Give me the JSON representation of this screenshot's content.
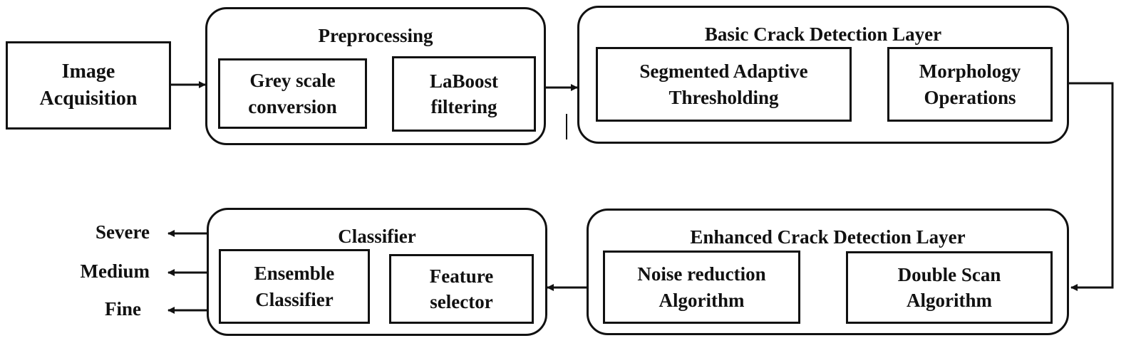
{
  "input": {
    "label": "Image\nAcquisition"
  },
  "preprocessing": {
    "title": "Preprocessing",
    "steps": [
      "Grey scale\nconversion",
      "LaBoost\nfiltering"
    ]
  },
  "basic_layer": {
    "title": "Basic Crack Detection Layer",
    "steps": [
      "Segmented Adaptive\nThresholding",
      "Morphology\nOperations"
    ]
  },
  "enhanced_layer": {
    "title": "Enhanced Crack Detection Layer",
    "steps": [
      "Noise reduction\nAlgorithm",
      "Double Scan\nAlgorithm"
    ]
  },
  "classifier": {
    "title": "Classifier",
    "steps": [
      "Ensemble\nClassifier",
      "Feature\nselector"
    ]
  },
  "outputs": [
    "Severe",
    "Medium",
    "Fine"
  ]
}
